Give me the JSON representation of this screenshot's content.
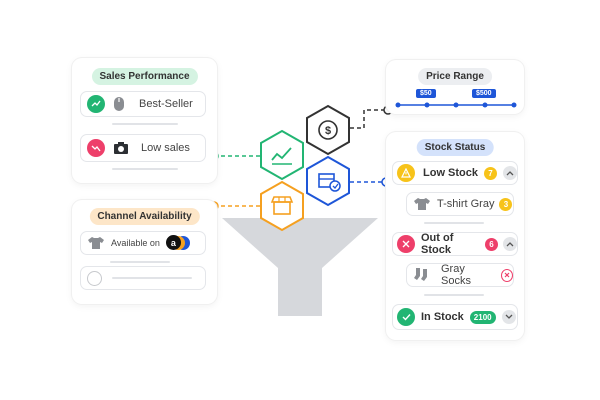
{
  "sales_performance": {
    "title": "Sales Performance",
    "best_seller_label": "Best-Seller",
    "low_sales_label": "Low sales"
  },
  "channel_availability": {
    "title": "Channel Availability",
    "available_label": "Available on"
  },
  "price_range": {
    "title": "Price Range",
    "min_tag": "$50",
    "max_tag": "$500"
  },
  "stock_status": {
    "title": "Stock Status",
    "low_stock": {
      "label": "Low Stock",
      "count": "7"
    },
    "tshirt": {
      "label": "T-shirt Gray",
      "count": "3"
    },
    "out_of_stock": {
      "label": "Out of Stock",
      "count": "6"
    },
    "socks": {
      "label": "Gray Socks"
    },
    "in_stock": {
      "label": "In Stock",
      "count": "2100"
    }
  },
  "colors": {
    "green": "#22b573",
    "blue": "#1e56d8",
    "orange": "#f5a020",
    "pink": "#ee3f6a",
    "yellow": "#f7c31a",
    "funnel": "#d6d8dc"
  }
}
